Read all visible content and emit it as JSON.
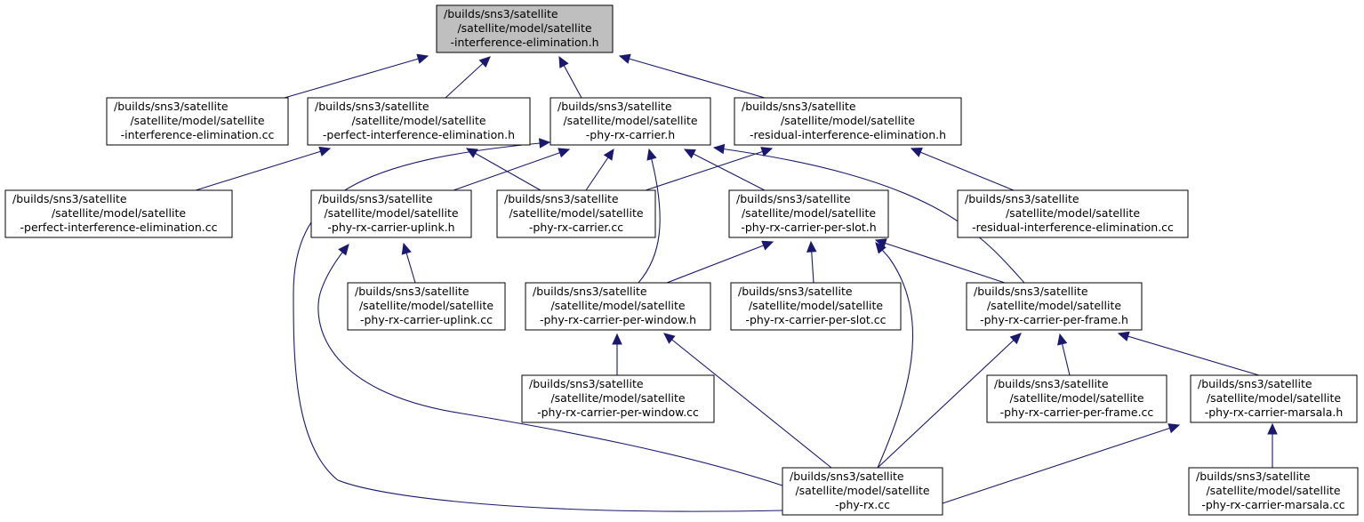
{
  "colors": {
    "edge": "#191970",
    "root_fill": "#bfbfbf",
    "node_fill": "#ffffff",
    "border": "#000000"
  },
  "nodes": [
    {
      "id": "root",
      "root": true,
      "lines": [
        "/builds/sns3/satellite",
        "/satellite/model/satellite",
        "-interference-elimination.h"
      ]
    },
    {
      "id": "ie_cc",
      "lines": [
        "/builds/sns3/satellite",
        "/satellite/model/satellite",
        "-interference-elimination.cc"
      ]
    },
    {
      "id": "pie_h",
      "lines": [
        "/builds/sns3/satellite",
        "/satellite/model/satellite",
        "-perfect-interference-elimination.h"
      ]
    },
    {
      "id": "prc_h",
      "lines": [
        "/builds/sns3/satellite",
        "/satellite/model/satellite",
        "-phy-rx-carrier.h"
      ]
    },
    {
      "id": "rie_h",
      "lines": [
        "/builds/sns3/satellite",
        "/satellite/model/satellite",
        "-residual-interference-elimination.h"
      ]
    },
    {
      "id": "pie_cc",
      "lines": [
        "/builds/sns3/satellite",
        "/satellite/model/satellite",
        "-perfect-interference-elimination.cc"
      ]
    },
    {
      "id": "up_h",
      "lines": [
        "/builds/sns3/satellite",
        "/satellite/model/satellite",
        "-phy-rx-carrier-uplink.h"
      ]
    },
    {
      "id": "prc_cc",
      "lines": [
        "/builds/sns3/satellite",
        "/satellite/model/satellite",
        "-phy-rx-carrier.cc"
      ]
    },
    {
      "id": "slot_h",
      "lines": [
        "/builds/sns3/satellite",
        "/satellite/model/satellite",
        "-phy-rx-carrier-per-slot.h"
      ]
    },
    {
      "id": "rie_cc",
      "lines": [
        "/builds/sns3/satellite",
        "/satellite/model/satellite",
        "-residual-interference-elimination.cc"
      ]
    },
    {
      "id": "up_cc",
      "lines": [
        "/builds/sns3/satellite",
        "/satellite/model/satellite",
        "-phy-rx-carrier-uplink.cc"
      ]
    },
    {
      "id": "win_h",
      "lines": [
        "/builds/sns3/satellite",
        "/satellite/model/satellite",
        "-phy-rx-carrier-per-window.h"
      ]
    },
    {
      "id": "slot_cc",
      "lines": [
        "/builds/sns3/satellite",
        "/satellite/model/satellite",
        "-phy-rx-carrier-per-slot.cc"
      ]
    },
    {
      "id": "frame_h",
      "lines": [
        "/builds/sns3/satellite",
        "/satellite/model/satellite",
        "-phy-rx-carrier-per-frame.h"
      ]
    },
    {
      "id": "win_cc",
      "lines": [
        "/builds/sns3/satellite",
        "/satellite/model/satellite",
        "-phy-rx-carrier-per-window.cc"
      ]
    },
    {
      "id": "frame_cc",
      "lines": [
        "/builds/sns3/satellite",
        "/satellite/model/satellite",
        "-phy-rx-carrier-per-frame.cc"
      ]
    },
    {
      "id": "mars_h",
      "lines": [
        "/builds/sns3/satellite",
        "/satellite/model/satellite",
        "-phy-rx-carrier-marsala.h"
      ]
    },
    {
      "id": "phyrx_cc",
      "lines": [
        "/builds/sns3/satellite",
        "/satellite/model/satellite",
        "-phy-rx.cc"
      ]
    },
    {
      "id": "mars_cc",
      "lines": [
        "/builds/sns3/satellite",
        "/satellite/model/satellite",
        "-phy-rx-carrier-marsala.cc"
      ]
    }
  ],
  "edges": [
    {
      "from": "ie_cc",
      "to": "root"
    },
    {
      "from": "pie_h",
      "to": "root"
    },
    {
      "from": "prc_h",
      "to": "root"
    },
    {
      "from": "rie_h",
      "to": "root"
    },
    {
      "from": "pie_cc",
      "to": "pie_h"
    },
    {
      "from": "prc_cc",
      "to": "pie_h"
    },
    {
      "from": "up_h",
      "to": "prc_h"
    },
    {
      "from": "prc_cc",
      "to": "prc_h"
    },
    {
      "from": "slot_h",
      "to": "prc_h"
    },
    {
      "from": "win_h",
      "to": "prc_h"
    },
    {
      "from": "frame_h",
      "to": "prc_h"
    },
    {
      "from": "phyrx_cc",
      "to": "prc_h"
    },
    {
      "from": "prc_cc",
      "to": "rie_h"
    },
    {
      "from": "rie_cc",
      "to": "rie_h"
    },
    {
      "from": "up_cc",
      "to": "up_h"
    },
    {
      "from": "phyrx_cc",
      "to": "up_h"
    },
    {
      "from": "win_h",
      "to": "slot_h"
    },
    {
      "from": "slot_cc",
      "to": "slot_h"
    },
    {
      "from": "frame_h",
      "to": "slot_h"
    },
    {
      "from": "phyrx_cc",
      "to": "slot_h"
    },
    {
      "from": "win_cc",
      "to": "win_h"
    },
    {
      "from": "phyrx_cc",
      "to": "win_h"
    },
    {
      "from": "frame_cc",
      "to": "frame_h"
    },
    {
      "from": "mars_h",
      "to": "frame_h"
    },
    {
      "from": "phyrx_cc",
      "to": "frame_h"
    },
    {
      "from": "phyrx_cc",
      "to": "mars_h"
    },
    {
      "from": "mars_cc",
      "to": "mars_h"
    }
  ]
}
